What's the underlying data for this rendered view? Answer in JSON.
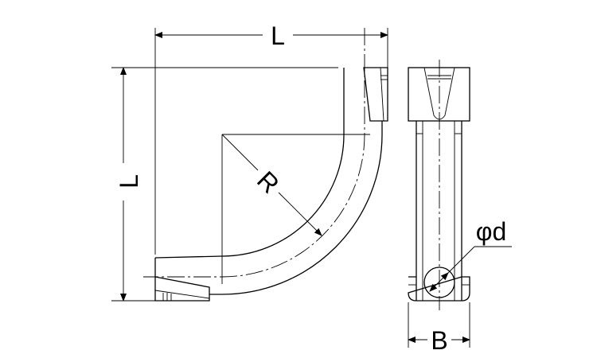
{
  "drawing": {
    "dim_length_top": "L",
    "dim_length_left": "L",
    "dim_radius": "R",
    "dim_diameter": "φd",
    "dim_width": "B",
    "line_color": "#000000",
    "background": "#ffffff"
  }
}
